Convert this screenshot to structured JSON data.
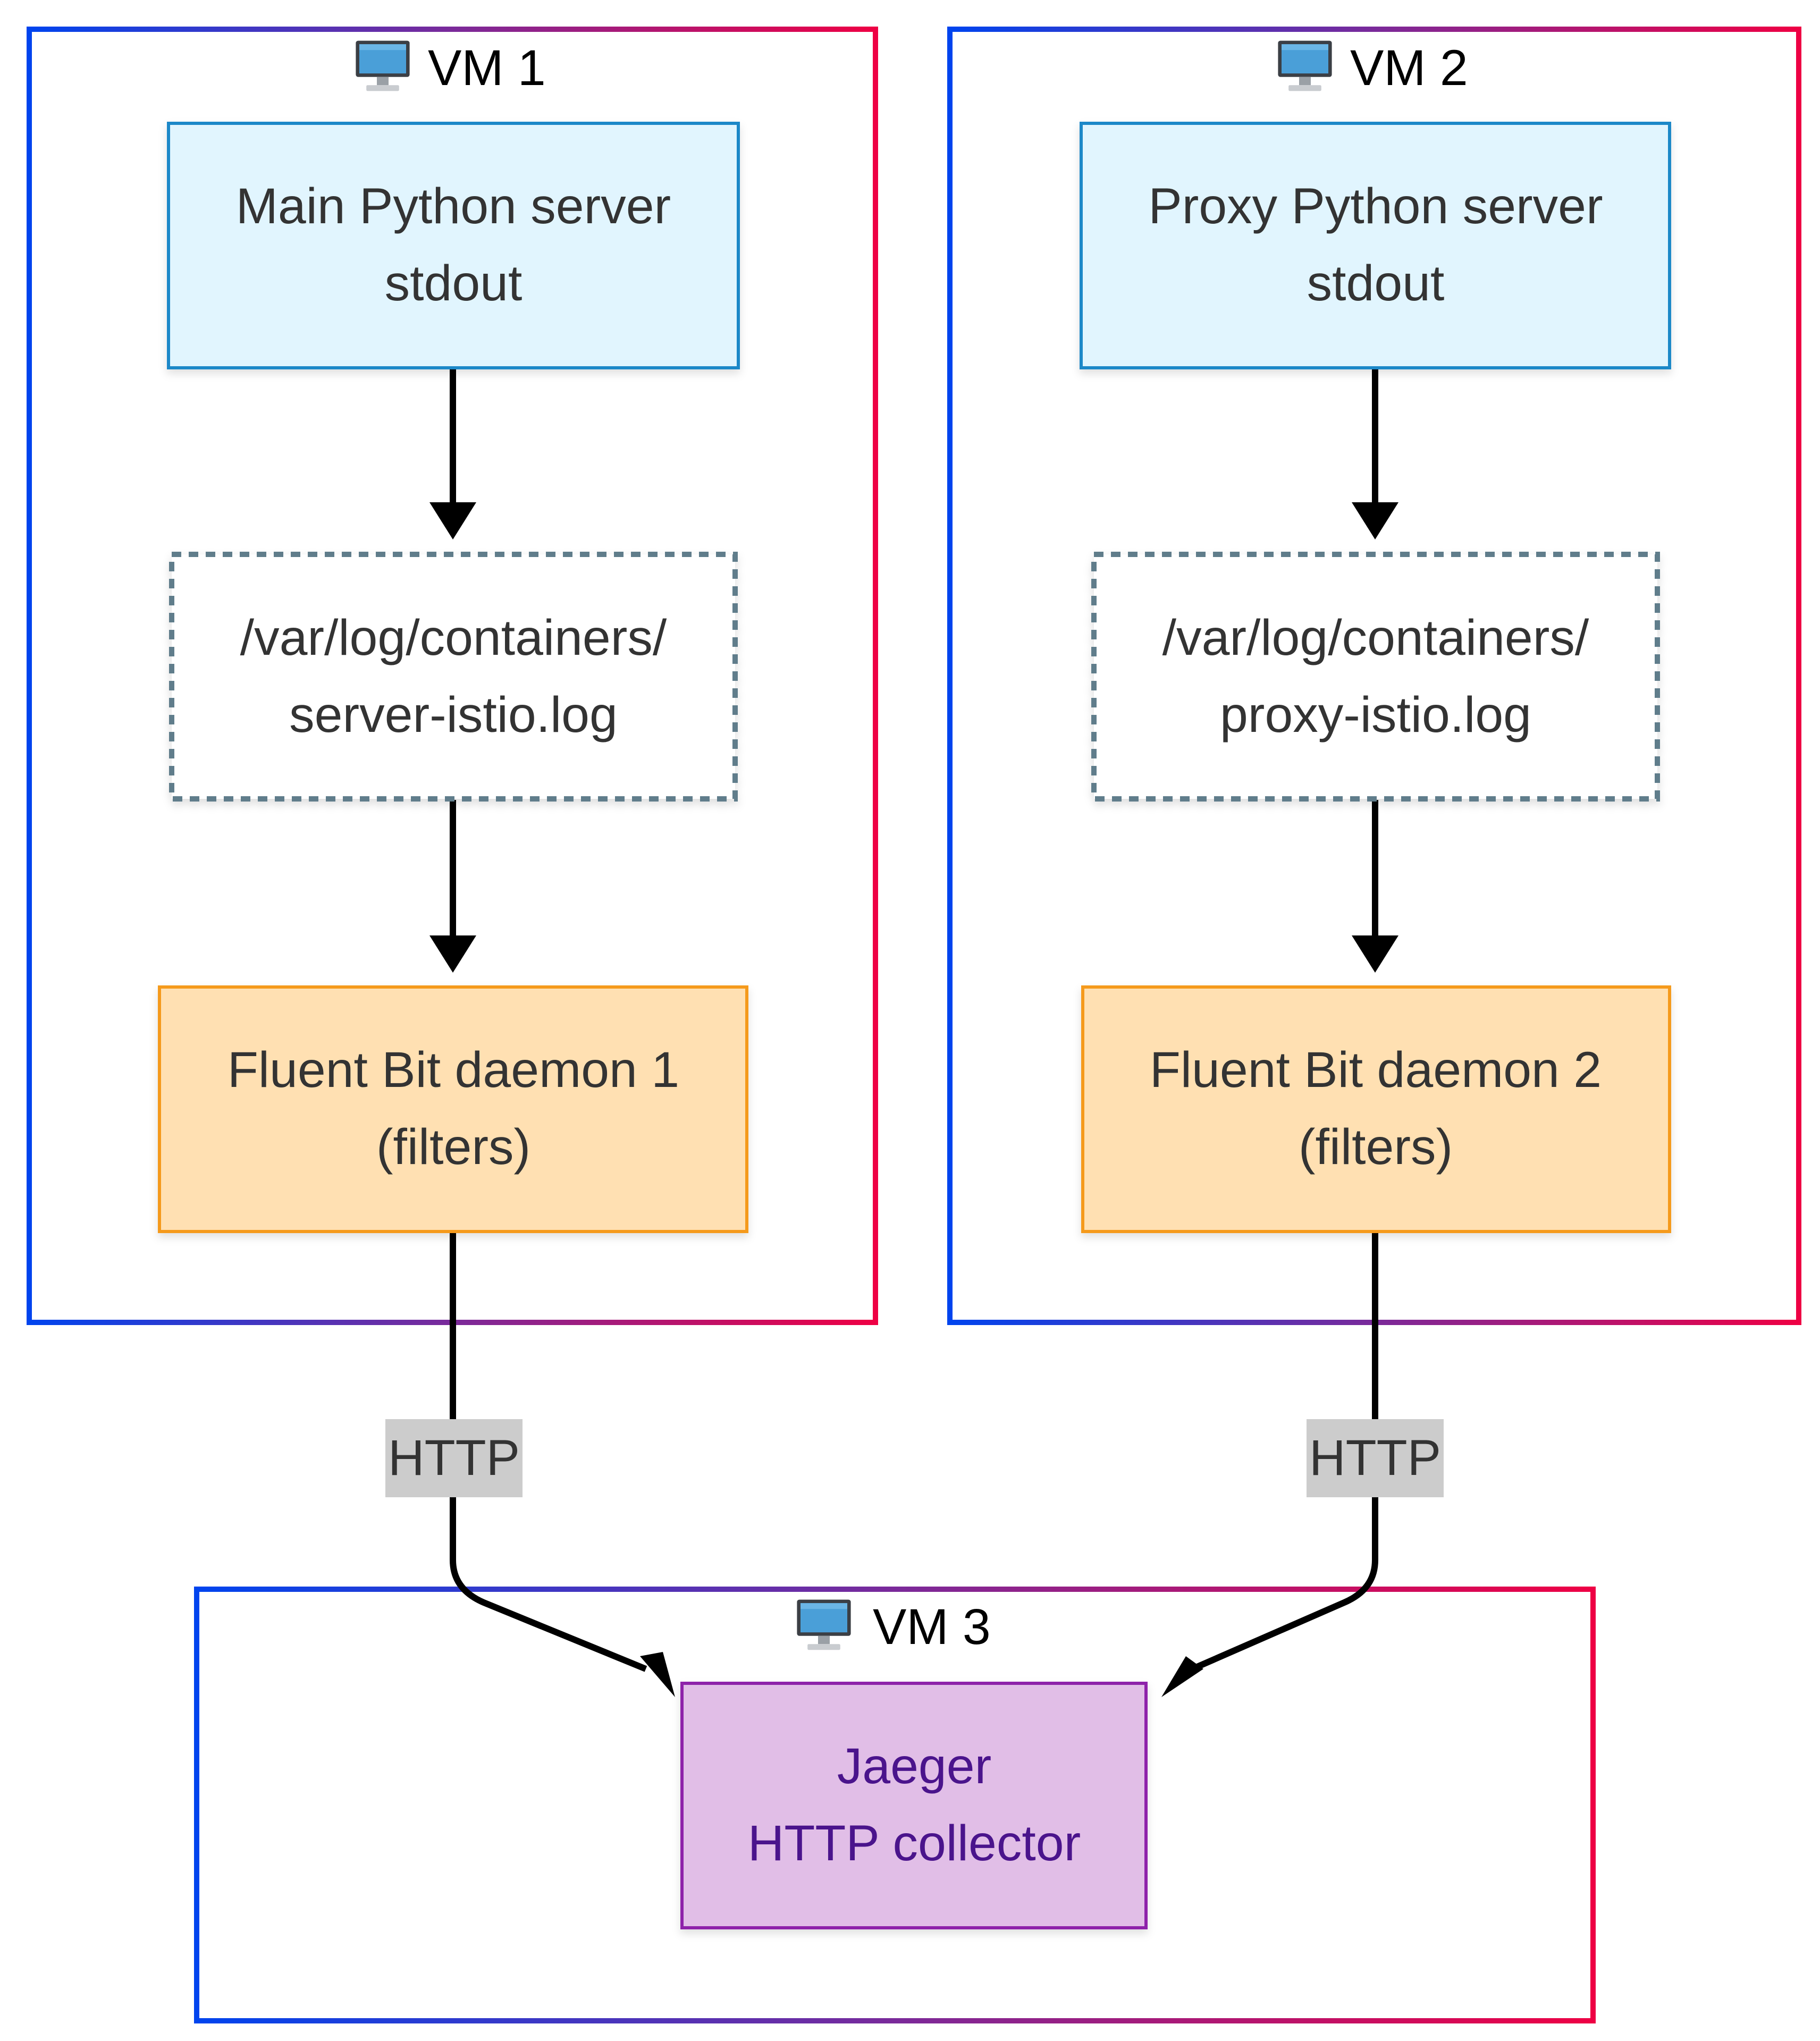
{
  "diagram": {
    "vms": [
      {
        "id": "vm1",
        "title": "VM 1",
        "icon": "desktop-computer-icon"
      },
      {
        "id": "vm2",
        "title": "VM 2",
        "icon": "desktop-computer-icon"
      },
      {
        "id": "vm3",
        "title": "VM 3",
        "icon": "desktop-computer-icon"
      }
    ],
    "nodes": {
      "main_server": {
        "line1": "Main Python server",
        "line2": "stdout"
      },
      "server_log": {
        "line1": "/var/log/containers/",
        "line2": "server-istio.log"
      },
      "fluent_bit_1": {
        "line1": "Fluent Bit daemon 1",
        "line2": "(filters)"
      },
      "proxy_server": {
        "line1": "Proxy Python server",
        "line2": "stdout"
      },
      "proxy_log": {
        "line1": "/var/log/containers/",
        "line2": "proxy-istio.log"
      },
      "fluent_bit_2": {
        "line1": "Fluent Bit daemon 2",
        "line2": "(filters)"
      },
      "jaeger": {
        "line1": "Jaeger",
        "line2": "HTTP collector"
      }
    },
    "edges": [
      {
        "from": "main_server",
        "to": "server_log",
        "label": ""
      },
      {
        "from": "server_log",
        "to": "fluent_bit_1",
        "label": ""
      },
      {
        "from": "proxy_server",
        "to": "proxy_log",
        "label": ""
      },
      {
        "from": "proxy_log",
        "to": "fluent_bit_2",
        "label": ""
      },
      {
        "from": "fluent_bit_1",
        "to": "jaeger",
        "label": "HTTP"
      },
      {
        "from": "fluent_bit_2",
        "to": "jaeger",
        "label": "HTTP"
      }
    ],
    "colors": {
      "vm_border_start": "#0044ee",
      "vm_border_end": "#ee0044",
      "server_fill": "#e1f5fe",
      "server_stroke": "#1e88c8",
      "log_stroke": "#607d8b",
      "fluent_fill": "#ffe0b2",
      "fluent_stroke": "#f59a1d",
      "jaeger_fill": "#e1bee7",
      "jaeger_stroke": "#8e24aa",
      "jaeger_text": "#4a148c",
      "edge_label_bg": "#cccccc"
    }
  }
}
